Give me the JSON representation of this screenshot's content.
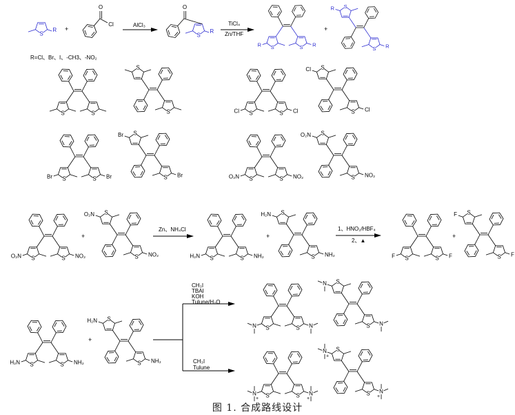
{
  "colors": {
    "blue": "#2a2ad0",
    "black": "#000000"
  },
  "caption": "图 1. 合成路线设计",
  "step1": {
    "reactant_sub": "R",
    "acyl_O": "O",
    "acyl_Cl": "Cl",
    "ketone_O": "O",
    "ketone_sub": "R",
    "reagent1": "AlCl₃",
    "reagent2_top": "TiCl₄",
    "reagent2_bottom": "Zn/THF",
    "r_definition": "R=Cl、Br、I、-CH3、-NO₂",
    "plus": "+"
  },
  "step2": {
    "reagent": "Zn、NH₄Cl",
    "plus": "+"
  },
  "step3": {
    "reagent_top": "1、HNO₂/HBF₄",
    "reagent_bottom": "2、▲",
    "plus": "+"
  },
  "step4": {
    "branch_a": [
      "CH₃I",
      "TBAI",
      "KOH",
      "Tulune/H₂O"
    ],
    "branch_b": [
      "CH₃I",
      "Tulune"
    ],
    "plus": "+"
  },
  "thiophene_S": "S",
  "molecules": [
    {
      "id": "product-R-cis",
      "type": "cis",
      "sub": "R",
      "color": "blue"
    },
    {
      "id": "product-R-trans",
      "type": "trans",
      "sub": "R",
      "color": "blue"
    },
    {
      "id": "methyl-cis",
      "type": "cis",
      "sub": "",
      "color": "black"
    },
    {
      "id": "methyl-trans",
      "type": "trans",
      "sub": "",
      "color": "black"
    },
    {
      "id": "chloro-cis",
      "type": "cis",
      "sub": "Cl",
      "color": "black"
    },
    {
      "id": "chloro-trans",
      "type": "trans",
      "sub": "Cl",
      "color": "black"
    },
    {
      "id": "bromo-cis",
      "type": "cis",
      "sub": "Br",
      "color": "black"
    },
    {
      "id": "bromo-trans",
      "type": "trans",
      "sub": "Br",
      "color": "black"
    },
    {
      "id": "nitro-cis",
      "type": "cis",
      "sub": "NO₂",
      "subL": "O₂N",
      "color": "black"
    },
    {
      "id": "nitro-trans",
      "type": "trans",
      "sub": "NO₂",
      "subL": "O₂N",
      "color": "black"
    },
    {
      "id": "nitro-cis-2",
      "type": "cis",
      "sub": "NO₂",
      "subL": "O₂N",
      "color": "black"
    },
    {
      "id": "nitro-trans-2",
      "type": "trans",
      "sub": "NO₂",
      "subL": "O₂N",
      "color": "black"
    },
    {
      "id": "amino-cis",
      "type": "cis",
      "sub": "NH₂",
      "subL": "H₂N",
      "color": "black"
    },
    {
      "id": "amino-trans",
      "type": "trans",
      "sub": "NH₂",
      "subL": "H₂N",
      "color": "black"
    },
    {
      "id": "fluoro-cis",
      "type": "cis",
      "sub": "F",
      "color": "black"
    },
    {
      "id": "fluoro-trans",
      "type": "trans",
      "sub": "F",
      "color": "black"
    },
    {
      "id": "amino-cis-2",
      "type": "cis",
      "sub": "NH₂",
      "subL": "H₂N",
      "color": "black"
    },
    {
      "id": "amino-trans-2",
      "type": "trans",
      "sub": "NH₂",
      "subL": "H₂N",
      "color": "black"
    },
    {
      "id": "dimethylamino-cis",
      "type": "cis",
      "sub": "N",
      "nMethyls": 2,
      "color": "black"
    },
    {
      "id": "dimethylamino-trans",
      "type": "trans",
      "sub": "N",
      "nMethyls": 2,
      "color": "black"
    },
    {
      "id": "trimethylammonium-cis",
      "type": "cis",
      "sub": "N",
      "nMethyls": 3,
      "charge": "+",
      "color": "black"
    },
    {
      "id": "trimethylammonium-trans",
      "type": "trans",
      "sub": "N",
      "nMethyls": 3,
      "charge": "+",
      "color": "black"
    }
  ]
}
